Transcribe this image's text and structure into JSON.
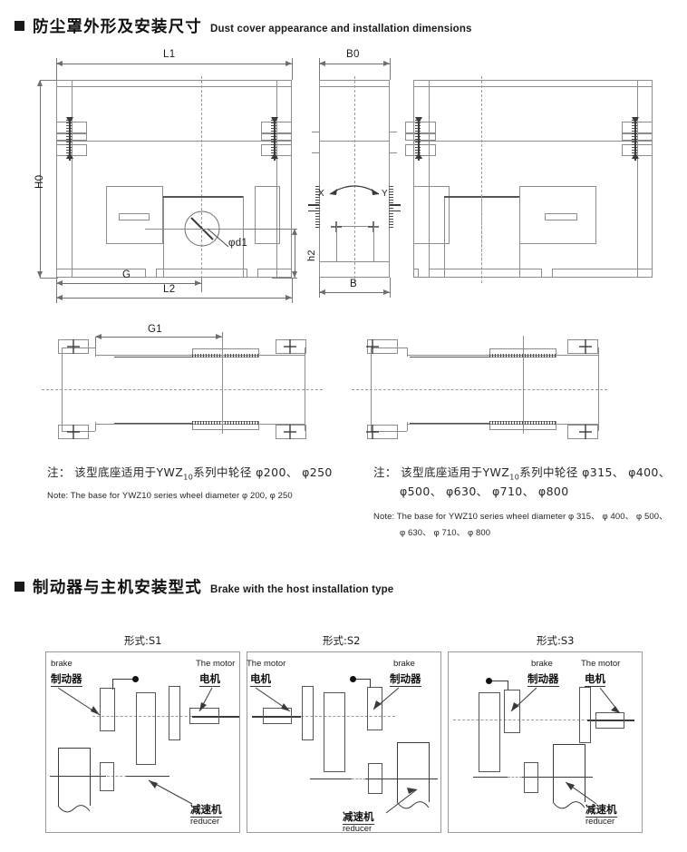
{
  "sections": [
    {
      "id": "dust-cover",
      "bullet": "■",
      "title_cn": "防尘罩外形及安装尺寸",
      "title_en": "Dust cover appearance and installation dimensions"
    },
    {
      "id": "brake-host",
      "bullet": "■",
      "title_cn": "制动器与主机安装型式",
      "title_en": "Brake with the host installation type"
    }
  ],
  "dimensions": {
    "L1": "L1",
    "L2": "L2",
    "H0": "H0",
    "G": "G",
    "G1": "G1",
    "B0": "B0",
    "B": "B",
    "h2": "h2",
    "d1": "φd1",
    "X": "X",
    "Y": "Y"
  },
  "notes": [
    {
      "id": "note-left",
      "cn_lines": [
        "注： 该型底座适用于YWZ10系列中轮径 φ200、 φ250"
      ],
      "cn_prefix": "注： 该型底座适用于YWZ",
      "cn_sub": "10",
      "cn_rest": "系列中轮径 φ200、 φ250",
      "en_lines": [
        "Note: The base for YWZ10 series wheel diameter φ 200, φ 250"
      ]
    },
    {
      "id": "note-right",
      "cn_prefix": "注： 该型底座适用于YWZ",
      "cn_sub": "10",
      "cn_rest": "系列中轮径 φ315、 φ400、",
      "cn_line2": "φ500、 φ630、 φ710、 φ800",
      "en_lines": [
        "Note: The base for YWZ10 series wheel diameter φ 315、 φ 400、 φ 500、",
        "φ 630、 φ 710、 φ 800"
      ]
    }
  ],
  "types": [
    {
      "id": "S1",
      "label": "形式:S1",
      "parts": {
        "brake_en": "brake",
        "brake_cn": "制动器",
        "motor_en": "The motor",
        "motor_cn": "电机",
        "reducer_cn": "减速机",
        "reducer_en": "reducer"
      }
    },
    {
      "id": "S2",
      "label": "形式:S2",
      "parts": {
        "brake_en": "brake",
        "brake_cn": "制动器",
        "motor_en": "The motor",
        "motor_cn": "电机",
        "reducer_cn": "减速机",
        "reducer_en": "reducer"
      }
    },
    {
      "id": "S3",
      "label": "形式:S3",
      "parts": {
        "brake_en": "brake",
        "brake_cn": "制动器",
        "motor_en": "The motor",
        "motor_cn": "电机",
        "reducer_cn": "减速机",
        "reducer_en": "reducer"
      }
    }
  ],
  "colors": {
    "ink": "#1a1a1a",
    "line": "#8c8c8c",
    "line_dark": "#4a4a4a",
    "dimension": "#6e6e6e"
  }
}
